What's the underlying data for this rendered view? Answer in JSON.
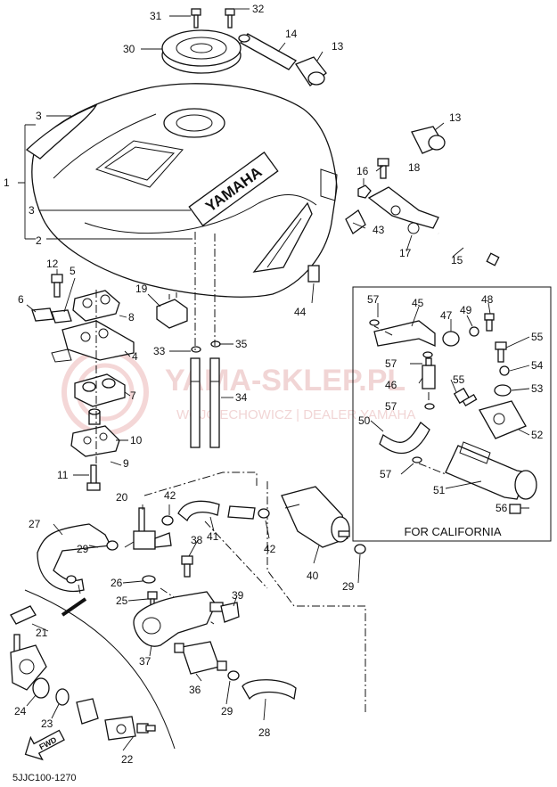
{
  "diagram": {
    "region_label": "FOR CALIFORNIA",
    "figure_code": "5JJC100-1270",
    "fwd_label": "FWD",
    "brand_on_tank": "YAMAHA",
    "watermark": {
      "main": "YAMA-SKLEP.PL",
      "sub": "WOJCIECHOWICZ | DEALER YAMAHA"
    },
    "callouts": {
      "c1": "1",
      "c2": "2",
      "c3a": "3",
      "c3b": "3",
      "c4": "4",
      "c5": "5",
      "c6": "6",
      "c7": "7",
      "c8": "8",
      "c9": "9",
      "c10": "10",
      "c11": "11",
      "c12": "12",
      "c13a": "13",
      "c13b": "13",
      "c14": "14",
      "c15": "15",
      "c16": "16",
      "c17": "17",
      "c18": "18",
      "c19": "19",
      "c20": "20",
      "c21": "21",
      "c22": "22",
      "c23": "23",
      "c24": "24",
      "c25": "25",
      "c26": "26",
      "c27": "27",
      "c28": "28",
      "c29a": "29",
      "c29b": "29",
      "c29c": "29",
      "c30": "30",
      "c31": "31",
      "c32": "32",
      "c33": "33",
      "c34": "34",
      "c35": "35",
      "c36": "36",
      "c37": "37",
      "c38": "38",
      "c39": "39",
      "c40": "40",
      "c41": "41",
      "c42a": "42",
      "c42b": "42",
      "c43": "43",
      "c44": "44",
      "c45": "45",
      "c46": "46",
      "c47": "47",
      "c48": "48",
      "c49": "49",
      "c50": "50",
      "c51": "51",
      "c52": "52",
      "c53": "53",
      "c54": "54",
      "c55a": "55",
      "c55b": "55",
      "c56": "56",
      "c57a": "57",
      "c57b": "57",
      "c57c": "57",
      "c57d": "57"
    }
  }
}
